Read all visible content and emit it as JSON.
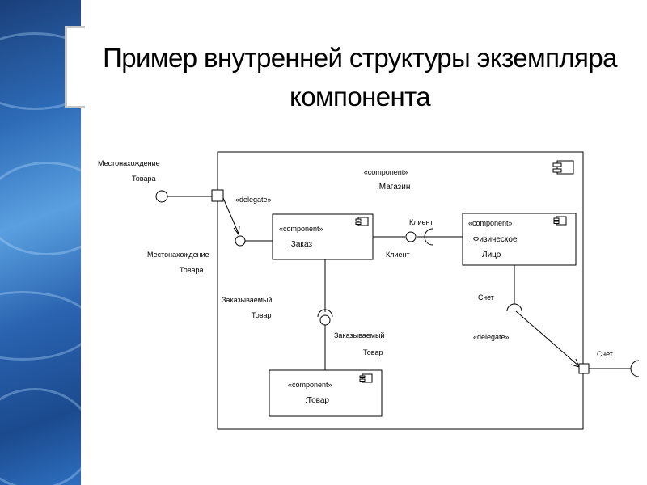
{
  "slide": {
    "title_line1": "Пример внутренней структуры экземпляра",
    "title_line2": "компонента"
  },
  "diagram": {
    "outer": {
      "stereotype": "«component»",
      "name": ":Магазин"
    },
    "components": {
      "order": {
        "stereotype": "«component»",
        "name": ":Заказ"
      },
      "person": {
        "stereotype": "«component»",
        "name_line1": ":Физическое",
        "name_line2": "Лицо"
      },
      "product": {
        "stereotype": "«component»",
        "name": ":Товар"
      }
    },
    "labels": {
      "location_outer_1": "Местонахождение",
      "location_outer_2": "Товара",
      "location_inner_1": "Местонахождение",
      "location_inner_2": "Товара",
      "delegate_top": "«delegate»",
      "delegate_bottom": "«delegate»",
      "client_top": "Клиент",
      "client_bottom": "Клиент",
      "ordered_left_1": "Заказываемый",
      "ordered_left_2": "Товар",
      "ordered_right_1": "Заказываемый",
      "ordered_right_2": "Товар",
      "invoice_inner": "Счет",
      "invoice_outer": "Счет"
    }
  }
}
